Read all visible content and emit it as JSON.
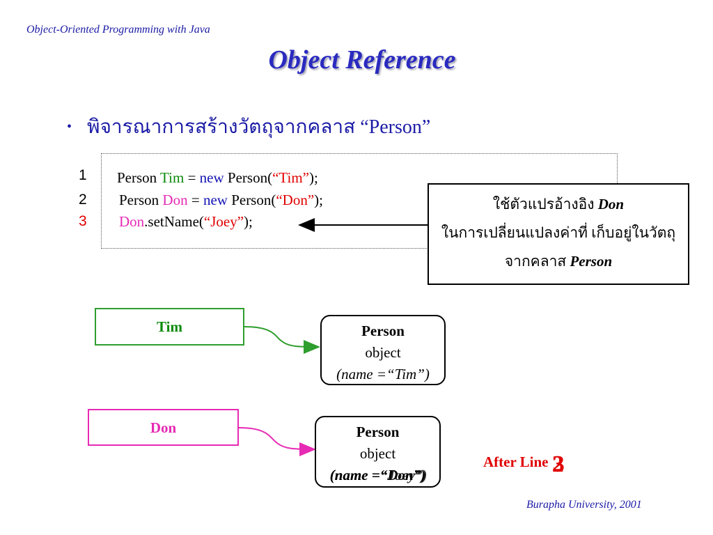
{
  "header": {
    "course": "Object-Oriented Programming with Java"
  },
  "title": "Object Reference",
  "bullet": {
    "thai": "พิจารณาการสร้างวัตถุจากคลาส",
    "quoted": "“Person”"
  },
  "code": {
    "lines": [
      {
        "num": "1",
        "type": "Person",
        "var": "Tim",
        "eq": "=",
        "kw": "new",
        "ctor": "Person(",
        "arg": "“Tim”",
        "end": ");"
      },
      {
        "num": "2",
        "type": "Person",
        "var": "Don",
        "eq": "=",
        "kw": "new",
        "ctor": "Person(",
        "arg": "“Don”",
        "end": ");"
      },
      {
        "num": "3",
        "var": "Don",
        "method": ".setName(",
        "arg": "“Joey”",
        "end": ");"
      }
    ]
  },
  "callout": {
    "line1": "ใช้ตัวแปรอ้างอิง",
    "line1_bold": "Don",
    "line2": "ในการเปลี่ยนแปลงค่าที่ เก็บอยู่ในวัตถุ",
    "line3": "จากคลาส",
    "line3_bold": "Person"
  },
  "refs": [
    {
      "label": "Tim",
      "color": "#0a8a0a"
    },
    {
      "label": "Don",
      "color": "#e62ab4"
    }
  ],
  "objects": [
    {
      "class": "Person",
      "kind": "object",
      "state": "(name =“Tim”)"
    },
    {
      "class": "Person",
      "kind": "object",
      "state": "(name =“Don”)",
      "state_overlay": "(name =“Joey”)"
    }
  ],
  "after_line": {
    "label": "After Line",
    "num": "2",
    "num_overlay": "3"
  },
  "footer": "Burapha University, 2001",
  "colors": {
    "title": "#2a2ac0",
    "text": "#1a1aa6",
    "green": "#0a8a0a",
    "magenta": "#e62ab4",
    "red": "#e00000"
  }
}
